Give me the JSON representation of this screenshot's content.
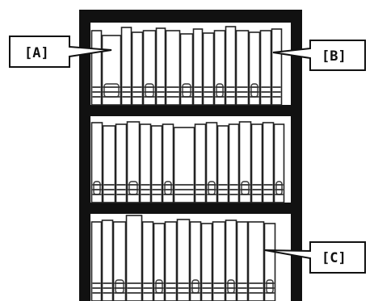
{
  "callouts": [
    {
      "id": "A",
      "label": "[A]"
    },
    {
      "id": "B",
      "label": "[B]"
    },
    {
      "id": "C",
      "label": "[C]"
    }
  ],
  "colors": {
    "frame": "#111111",
    "book_fill": "#ffffff",
    "book_stroke": "#222222",
    "band": "#333333",
    "background": "#ffffff"
  },
  "shelf_count": 3
}
